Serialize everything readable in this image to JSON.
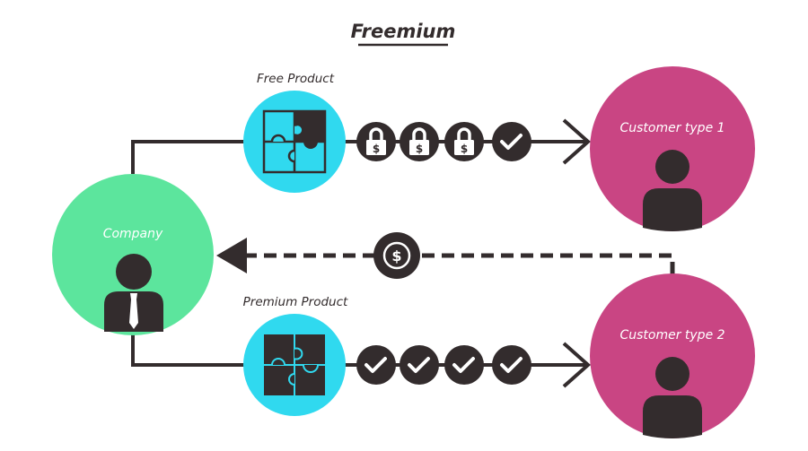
{
  "title": "Freemium",
  "colors": {
    "dark": "#332c2d",
    "company": "#5ce59d",
    "product": "#30d9ef",
    "customer": "#c94583",
    "white": "#ffffff"
  },
  "nodes": {
    "company": {
      "label": "Company",
      "icon": "businessman-icon"
    },
    "free_product": {
      "label": "Free Product",
      "icon": "puzzle-partial-icon"
    },
    "premium_product": {
      "label": "Premium Product",
      "icon": "puzzle-complete-icon"
    },
    "customer1": {
      "label": "Customer type 1",
      "icon": "user-icon"
    },
    "customer2": {
      "label": "Customer type 2",
      "icon": "user-icon"
    }
  },
  "flows": {
    "free": {
      "from": "Company",
      "to": "Customer type 1",
      "features": [
        "locked",
        "locked",
        "locked",
        "unlocked"
      ]
    },
    "premium": {
      "from": "Company",
      "to": "Customer type 2",
      "features": [
        "unlocked",
        "unlocked",
        "unlocked",
        "unlocked"
      ]
    },
    "payment": {
      "from": "Customer type 2",
      "to": "Company",
      "icon": "dollar-icon",
      "style": "dashed"
    }
  },
  "glyphs": {
    "dollar": "$"
  }
}
